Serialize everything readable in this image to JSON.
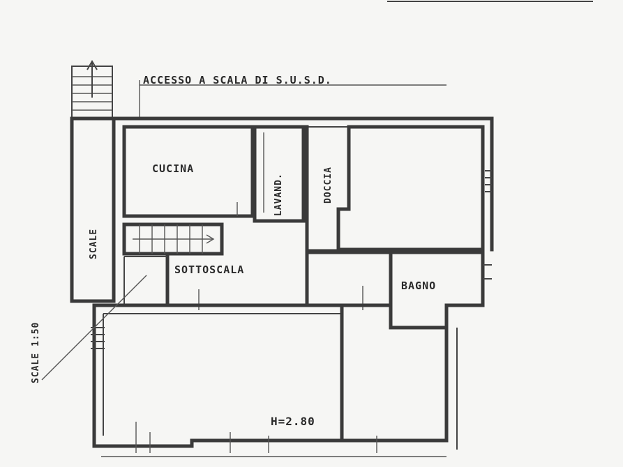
{
  "plan": {
    "title": "ACCESSO A SCALA DI S.U.S.D.",
    "rooms": {
      "cucina": "CUCINA",
      "lavanderia": "LAVAND.",
      "doccia": "DOCCIA",
      "scala": "SCALE",
      "sottoscala": "SOTTOSCALA",
      "bagno": "BAGNO",
      "height": "H=2.80",
      "side_label": "SCALE 1:50"
    }
  }
}
